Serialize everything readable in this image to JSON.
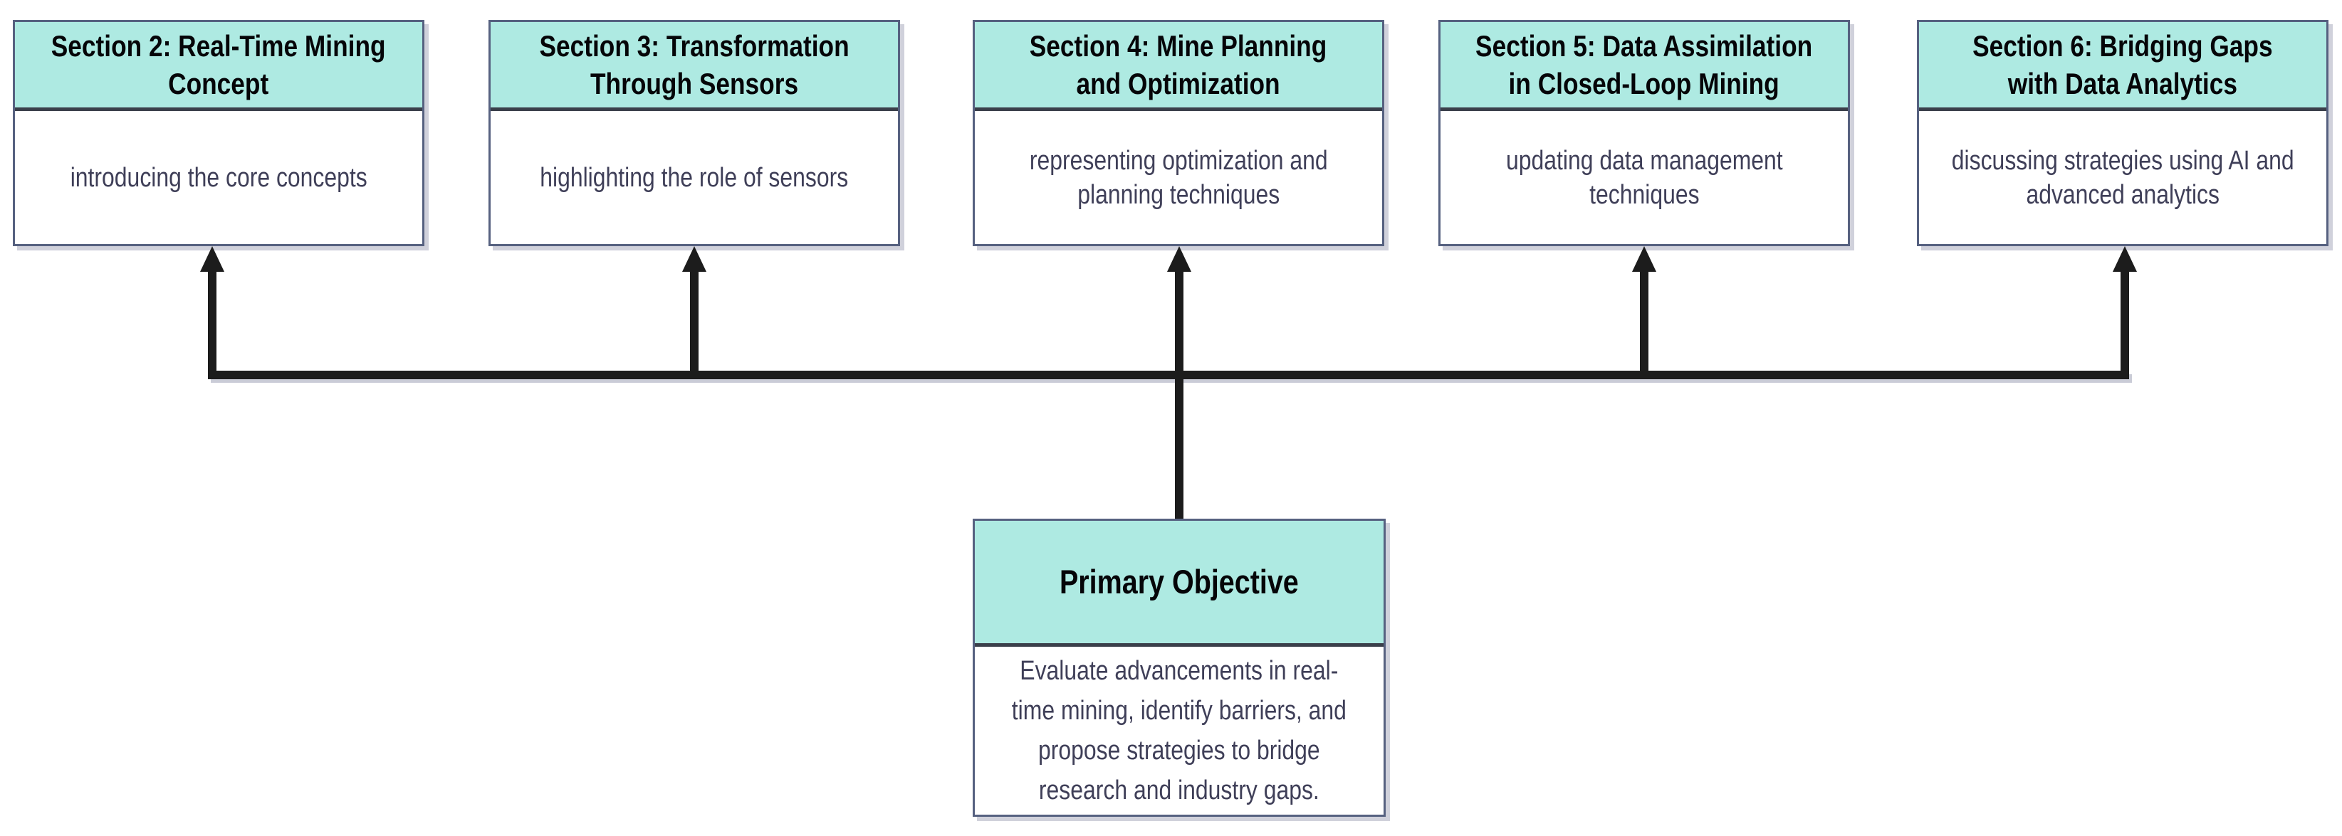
{
  "colors": {
    "header_fill": "#aeeae2",
    "box_border": "#566180",
    "header_divider": "#3a3f4a",
    "connector": "#1c1c1c",
    "title_text": "#050508",
    "body_text": "#3f3f58",
    "background": "#ffffff"
  },
  "sections": [
    {
      "title": "Section 2: Real-Time Mining Concept",
      "title_lines": [
        "Section 2: Real-Time Mining",
        "Concept"
      ],
      "description": "introducing the core concepts",
      "description_lines": [
        "introducing the core concepts"
      ]
    },
    {
      "title": "Section 3: Transformation Through Sensors",
      "title_lines": [
        "Section 3: Transformation",
        "Through Sensors"
      ],
      "description": "highlighting the role of sensors",
      "description_lines": [
        "highlighting the role of sensors"
      ]
    },
    {
      "title": "Section 4: Mine Planning and Optimization",
      "title_lines": [
        "Section 4: Mine Planning",
        "and Optimization"
      ],
      "description": "representing optimization and planning techniques",
      "description_lines": [
        "representing optimization and",
        "planning techniques"
      ]
    },
    {
      "title": "Section 5: Data Assimilation in Closed-Loop Mining",
      "title_lines": [
        "Section 5: Data Assimilation",
        "in Closed-Loop Mining"
      ],
      "description": "updating data management techniques",
      "description_lines": [
        "updating data management",
        "techniques"
      ]
    },
    {
      "title": "Section 6: Bridging Gaps with Data Analytics",
      "title_lines": [
        "Section 6: Bridging Gaps",
        "with Data Analytics"
      ],
      "description": "discussing strategies using AI and advanced analytics",
      "description_lines": [
        "discussing strategies using AI and",
        "advanced analytics"
      ]
    }
  ],
  "objective": {
    "title": "Primary Objective",
    "description": "Evaluate advancements in real-time mining, identify barriers, and propose strategies to bridge research and industry gaps.",
    "description_lines": [
      "Evaluate advancements in real-",
      "time mining, identify barriers, and",
      "propose strategies to bridge",
      "research and industry gaps."
    ]
  }
}
